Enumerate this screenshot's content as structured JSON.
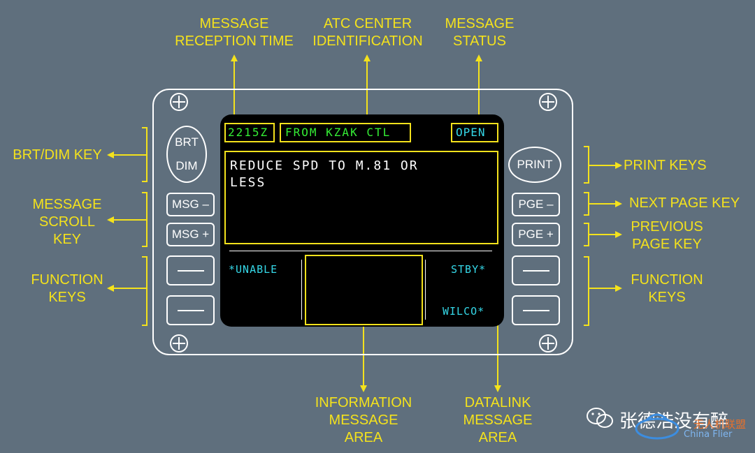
{
  "labels": {
    "reception_time": "MESSAGE\nRECEPTION TIME",
    "atc_center": "ATC CENTER\nIDENTIFICATION",
    "message_status": "MESSAGE\nSTATUS",
    "brt_dim_key": "BRT/DIM KEY",
    "message_scroll_key": "MESSAGE\nSCROLL\nKEY",
    "function_keys_left": "FUNCTION\nKEYS",
    "print_keys": "PRINT KEYS",
    "next_page_key": "NEXT PAGE KEY",
    "previous_page_key": "PREVIOUS\nPAGE KEY",
    "function_keys_right": "FUNCTION\nKEYS",
    "information_area": "INFORMATION\nMESSAGE\nAREA",
    "datalink_area": "DATALINK\nMESSAGE\nAREA"
  },
  "keys": {
    "brt": "BRT",
    "dim": "DIM",
    "msg_minus": "MSG –",
    "msg_plus": "MSG +",
    "print": "PRINT",
    "pge_minus": "PGE –",
    "pge_plus": "PGE +"
  },
  "screen": {
    "time": "2215Z",
    "from": "FROM KZAK CTL",
    "status": "OPEN",
    "message_line1": "REDUCE SPD TO M.81 OR",
    "message_line2": "LESS",
    "unable": "*UNABLE",
    "stby": "STBY*",
    "wilco": "WILCO*"
  },
  "watermark": {
    "name": "张德浩没有醉",
    "brand": "无人机联盟",
    "brand_en": "China Flier"
  },
  "colors": {
    "background": "#5f6f7d",
    "annotation": "#f4e21c",
    "screen_green": "#35ee35",
    "screen_cyan": "#35d8e8"
  }
}
